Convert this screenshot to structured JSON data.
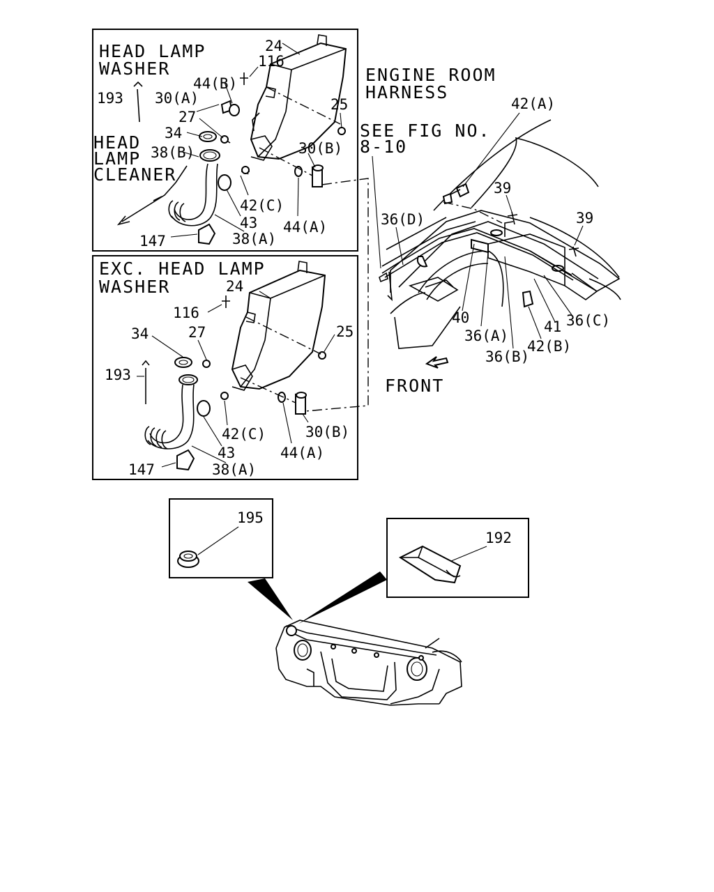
{
  "panels": {
    "head_lamp_washer": {
      "title_line1": "HEAD LAMP",
      "title_line2": "WASHER",
      "subtitle_line1": "HEAD",
      "subtitle_line2": "LAMP",
      "subtitle_line3": "CLEANER",
      "labels": {
        "p24": "24",
        "p116": "116",
        "p44b": "44(B)",
        "p193": "193",
        "p30a": "30(A)",
        "p27": "27",
        "p25": "25",
        "p34": "34",
        "p38b": "38(B)",
        "p30b": "30(B)",
        "p42c": "42(C)",
        "p43": "43",
        "p44a": "44(A)",
        "p147": "147",
        "p38a": "38(A)"
      }
    },
    "exc_head_lamp_washer": {
      "title_line1": "EXC. HEAD LAMP",
      "title_line2": "WASHER",
      "labels": {
        "p24": "24",
        "p116": "116",
        "p34": "34",
        "p27": "27",
        "p25": "25",
        "p193": "193",
        "p42c": "42(C)",
        "p30b": "30(B)",
        "p43": "43",
        "p44a": "44(A)",
        "p147": "147",
        "p38a": "38(A)"
      }
    },
    "engine_room": {
      "title_line1": "ENGINE ROOM",
      "title_line2": "HARNESS",
      "see_fig_line1": "SEE FIG NO.",
      "see_fig_line2": "8-10",
      "front_label": "FRONT",
      "labels": {
        "p42a": "42(A)",
        "p39a": "39",
        "p39b": "39",
        "p36d": "36(D)",
        "p40": "40",
        "p36a": "36(A)",
        "p36b": "36(B)",
        "p42b": "42(B)",
        "p41": "41",
        "p36c": "36(C)"
      }
    },
    "detail_195": {
      "label": "195"
    },
    "detail_192": {
      "label": "192"
    }
  }
}
